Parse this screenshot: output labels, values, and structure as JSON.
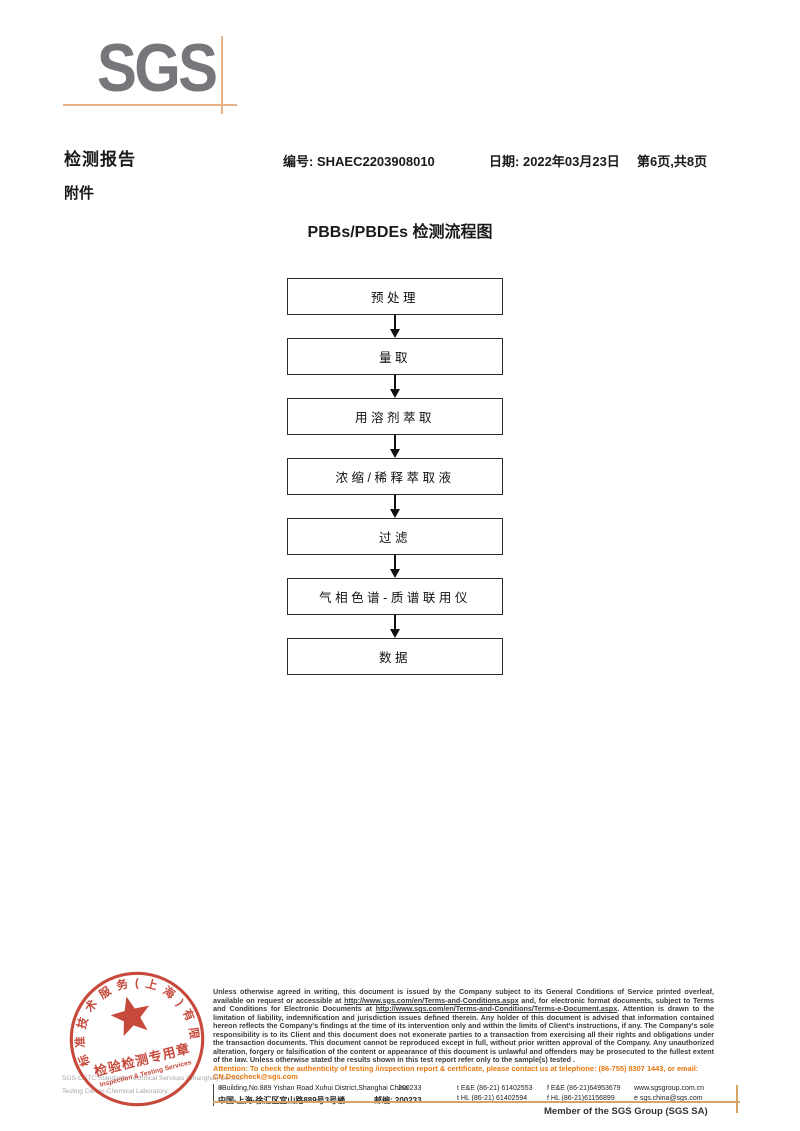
{
  "logo": {
    "text": "SGS"
  },
  "header": {
    "report_title": "检测报告",
    "report_no_label": "编号:",
    "report_no": "SHAEC2203908010",
    "date_label": "日期:",
    "date_value": "2022年03月23日",
    "page_info": "第6页,共8页",
    "attachment_label": "附件"
  },
  "flowchart": {
    "title": "PBBs/PBDEs 检测流程图",
    "steps": [
      "预处理",
      "量取",
      "用溶剂萃取",
      "浓缩/稀释萃取液",
      "过滤",
      "气相色谱-质谱联用仪",
      "数据"
    ]
  },
  "stamp": {
    "ring_text": "通标标准技术服务(上海)有限公司",
    "seal_title": "检验检测专用章",
    "seal_subtitle": "Inspection & Testing Services",
    "company_line1": "SGS-CSTC Standards Technical Services (Shanghai) Co.,Ltd.",
    "company_line2": "Testing Center-Chemical Laboratory."
  },
  "footer": {
    "disclaimer_part1": "Unless otherwise agreed in writing, this document is issued by the Company subject to its General Conditions of Service printed overleaf, available on request or accessible at ",
    "disclaimer_url1": "http://www.sgs.com/en/Terms-and-Conditions.aspx",
    "disclaimer_part2": " and, for electronic format documents, subject to Terms and Conditions for Electronic Documents at ",
    "disclaimer_url2": "http://www.sgs.com/en/Terms-and-Conditions/Terms-e-Document.aspx",
    "disclaimer_part3": ". Attention is drawn to the limitation of liability, indemnification and jurisdiction issues defined therein. Any holder of this document is advised that information contained hereon reflects the Company's findings at the time of its intervention only and within the limits of Client's instructions, if any. The Company's sole responsibility is to its Client and this document does not exonerate parties to a transaction from exercising all their rights and obligations under the transaction documents. This document cannot be reproduced except in full, without prior written approval of the Company. Any unauthorized alteration, forgery or falsification of the content or appearance of this document is unlawful and offenders may be prosecuted to the fullest extent of the law. Unless otherwise stated the results shown in this test report refer only to the sample(s) tested .",
    "attention_text": "Attention: To check the authenticity of testing /inspection report & certificate, please contact us at telephone: (86-755) 8307 1443, or email: CN.Doccheck@sgs.com",
    "address_en_prefix": "3",
    "address_en_sup": "rd",
    "address_en_rest": "Building,No.889 Yishan Road Xuhui District,Shanghai China",
    "postcode1": "200233",
    "tel1": "t E&E (86-21) 61402553",
    "fax1": "f E&E (86-21)64953679",
    "website": "www.sgsgroup.com.cn",
    "address_cn": "中国·上海·徐汇区宜山路889号3号楼",
    "postcode2": "邮编: 200233",
    "tel2": "t HL (86-21) 61402594",
    "fax2": "f HL (86-21)61156899",
    "email": "e sgs.china@sgs.com",
    "member_text": "Member of the SGS Group (SGS SA)"
  },
  "colors": {
    "logo_gray": "#76777a",
    "brand_tan": "#e7b287",
    "stamp_red": "#c23a2c",
    "attention_orange": "#e8760e",
    "footer_rule_tan": "#d8a367"
  }
}
